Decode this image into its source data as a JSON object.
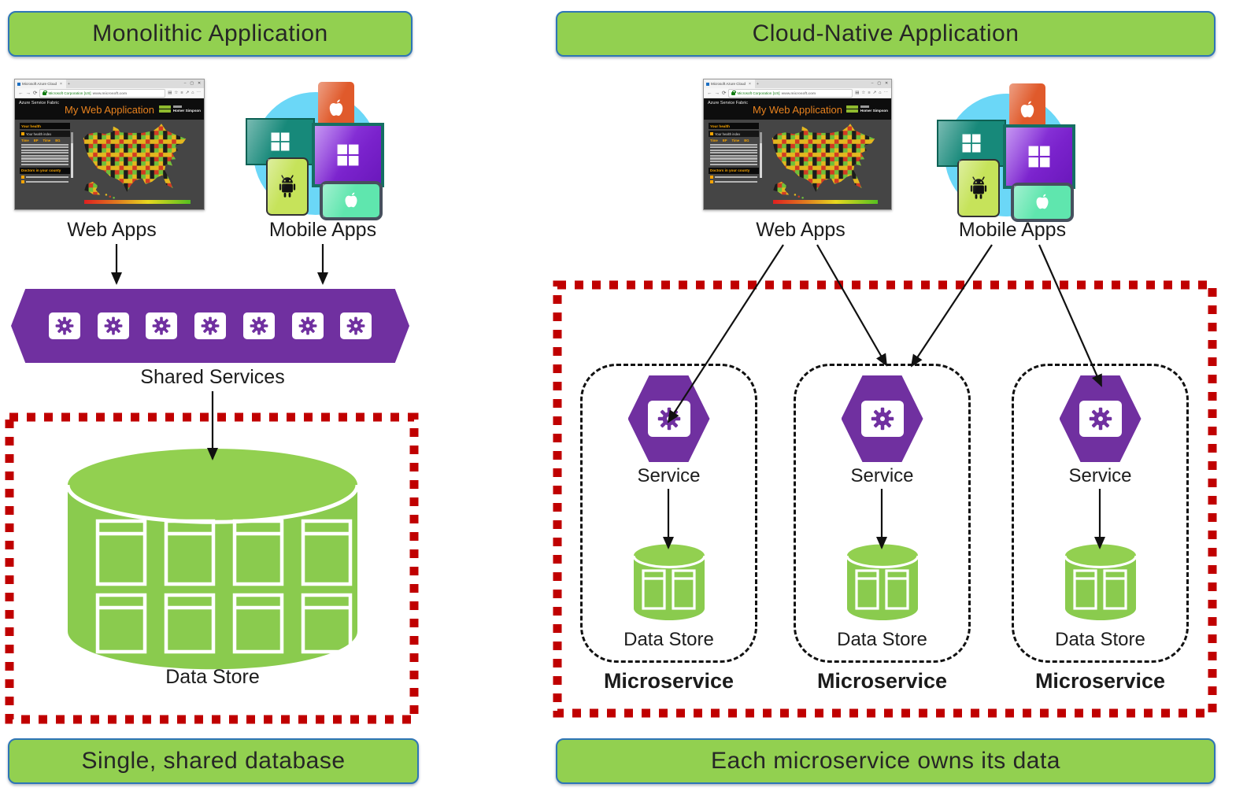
{
  "left": {
    "title": "Monolithic Application",
    "web_apps_label": "Web Apps",
    "mobile_apps_label": "Mobile Apps",
    "shared_services_label": "Shared Services",
    "shared_service_count": 7,
    "data_store_label": "Data Store",
    "bottom_banner": "Single, shared database"
  },
  "right": {
    "title": "Cloud-Native Application",
    "web_apps_label": "Web Apps",
    "mobile_apps_label": "Mobile Apps",
    "bottom_banner": "Each microservice owns its data",
    "microservices": [
      {
        "service_label": "Service",
        "data_store_label": "Data Store",
        "label": "Microservice"
      },
      {
        "service_label": "Service",
        "data_store_label": "Data Store",
        "label": "Microservice"
      },
      {
        "service_label": "Service",
        "data_store_label": "Data Store",
        "label": "Microservice"
      }
    ]
  },
  "browser": {
    "tab_title": "Microsoft Azure Cloud",
    "tab_close": "×",
    "new_tab": "+",
    "window_controls": {
      "minimize": "–",
      "maximize": "▢",
      "close": "✕"
    },
    "nav": {
      "back": "←",
      "forward": "→",
      "refresh": "⟳"
    },
    "address_secure": "Microsoft Corporation [US]",
    "address_url": "www.microsoft.com",
    "toolbar_icons": {
      "reading_view": "▤",
      "star": "☆",
      "hub": "≡",
      "share": "↗",
      "home": "⌂",
      "more": "⋯"
    },
    "app_header": "Azure Service Fabric",
    "app_title": "My Web Application",
    "user_name": "Homer Simpson",
    "health_panel_title": "Your health",
    "health_index_label": "Your health index",
    "table_headers": [
      "Time",
      "BP",
      "Time",
      "BG"
    ],
    "doctors_panel_title": "Doctors in your county"
  },
  "colors": {
    "green": "#92D050",
    "banner_border": "#2E75B6",
    "purple": "#7030A0",
    "red": "#C00000",
    "sky_circle": "#6BD7F7",
    "app_title_orange": "#E8821E"
  }
}
